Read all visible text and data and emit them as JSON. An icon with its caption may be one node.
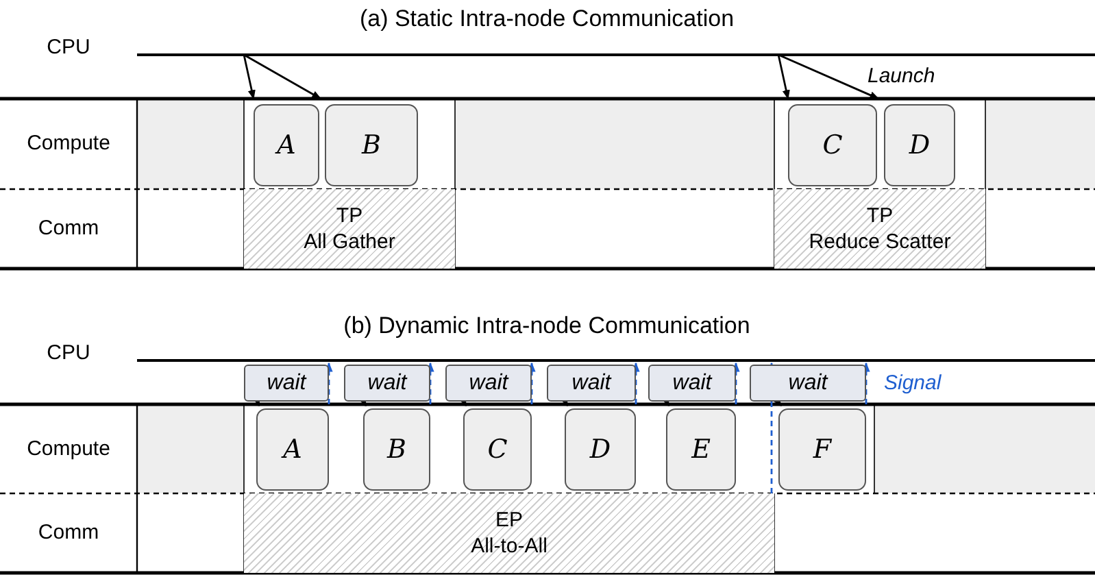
{
  "diagram": {
    "nodes": [
      {
        "text": [
          "A"
        ]
      },
      {
        "text": [
          "B"
        ]
      },
      {
        "text": [
          "TP",
          "All Gather"
        ]
      },
      {
        "text": [
          "C"
        ]
      },
      {
        "text": [
          "D"
        ]
      },
      {
        "text": [
          "TP",
          "Reduce Scatter"
        ]
      },
      {
        "text": [
          "wait"
        ]
      },
      {
        "text": [
          "wait"
        ]
      },
      {
        "text": [
          "wait"
        ]
      },
      {
        "text": [
          "wait"
        ]
      },
      {
        "text": [
          "wait"
        ]
      },
      {
        "text": [
          "wait"
        ]
      },
      {
        "text": [
          "A"
        ]
      },
      {
        "text": [
          "B"
        ]
      },
      {
        "text": [
          "C"
        ]
      },
      {
        "text": [
          "D"
        ]
      },
      {
        "text": [
          "E"
        ]
      },
      {
        "text": [
          "F"
        ]
      },
      {
        "text": [
          "EP",
          "All-to-All"
        ]
      }
    ],
    "edges": [
      {
        "from": null,
        "to": 0,
        "arrow": "to"
      },
      {
        "from": null,
        "to": 1,
        "arrow": "to"
      },
      {
        "from": null,
        "to": 3,
        "arrow": "to"
      },
      {
        "from": null,
        "to": 4,
        "arrow": "to"
      },
      {
        "from": 6,
        "to": 12,
        "arrow": "to"
      },
      {
        "from": 7,
        "to": 13,
        "arrow": "to"
      },
      {
        "from": 8,
        "to": 14,
        "arrow": "to"
      },
      {
        "from": 9,
        "to": 15,
        "arrow": "to"
      },
      {
        "from": 10,
        "to": 16,
        "arrow": "to"
      },
      {
        "from": 11,
        "to": 17,
        "arrow": "to"
      },
      {
        "from": 12,
        "to": 6,
        "arrow": "to",
        "style": "dashed",
        "color": "#1f5fd0"
      },
      {
        "from": 13,
        "to": 7,
        "arrow": "to",
        "style": "dashed",
        "color": "#1f5fd0"
      },
      {
        "from": 14,
        "to": 8,
        "arrow": "to",
        "style": "dashed",
        "color": "#1f5fd0"
      },
      {
        "from": 15,
        "to": 9,
        "arrow": "to",
        "style": "dashed",
        "color": "#1f5fd0"
      },
      {
        "from": 16,
        "to": 10,
        "arrow": "to",
        "style": "dashed",
        "color": "#1f5fd0"
      },
      {
        "from": 18,
        "to": 11,
        "arrow": "to",
        "style": "dashed",
        "color": "#1f5fd0"
      },
      {
        "from": 17,
        "to": 11,
        "arrow": "to",
        "style": "dashed",
        "color": "#1f5fd0"
      }
    ],
    "labels": [
      "(a) Static Intra-node Communication",
      "CPU",
      "Launch",
      "Compute",
      "Comm",
      "(b) Dynamic Intra-node Communication",
      "CPU",
      "Signal",
      "Compute",
      "Comm"
    ]
  }
}
